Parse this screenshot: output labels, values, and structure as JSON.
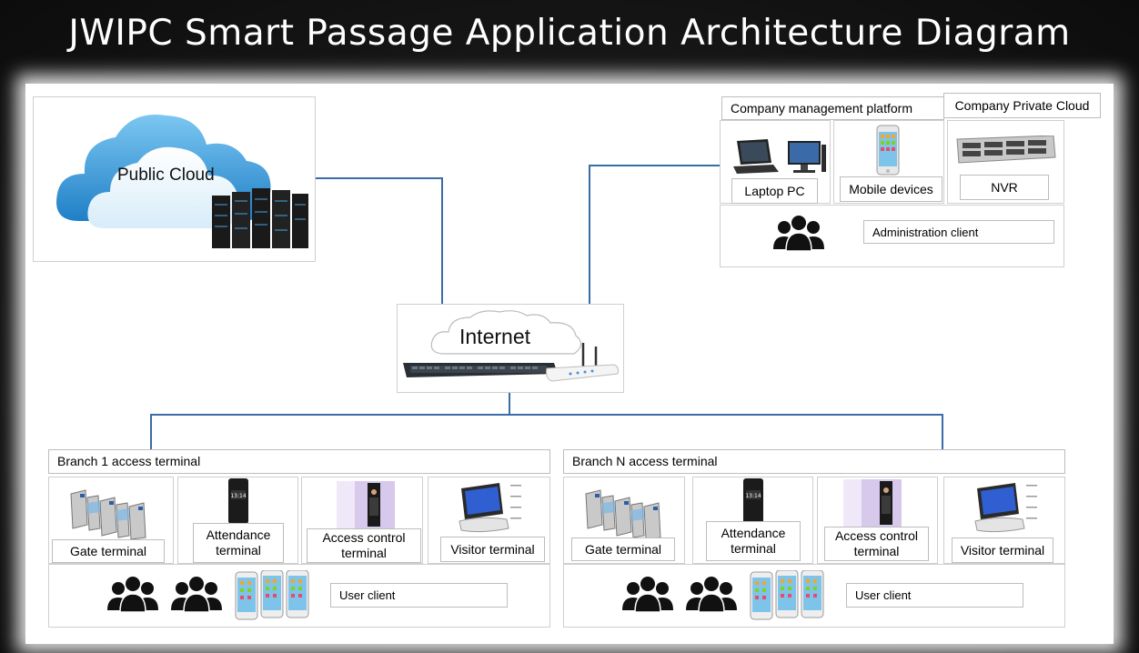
{
  "title": "JWIPC Smart Passage Application Architecture Diagram",
  "public_cloud": {
    "label": "Public Cloud"
  },
  "internet": {
    "label": "Internet"
  },
  "company": {
    "platform_label": "Company management platform",
    "private_cloud_label": "Company Private Cloud",
    "devices": [
      "Laptop PC",
      "Mobile devices",
      "NVR"
    ],
    "admin_client": "Administration  client"
  },
  "branches": [
    {
      "header": "Branch 1 access terminal",
      "terminals": [
        "Gate terminal",
        "Attendance terminal",
        "Access control terminal",
        "Visitor terminal"
      ],
      "user_client": "User   client"
    },
    {
      "header": "Branch N access terminal",
      "terminals": [
        "Gate terminal",
        "Attendance terminal",
        "Access control terminal",
        "Visitor terminal"
      ],
      "user_client": "User   client"
    }
  ],
  "colors": {
    "connector": "#3a6ca8",
    "background": "#111111",
    "panel": "#ffffff"
  }
}
